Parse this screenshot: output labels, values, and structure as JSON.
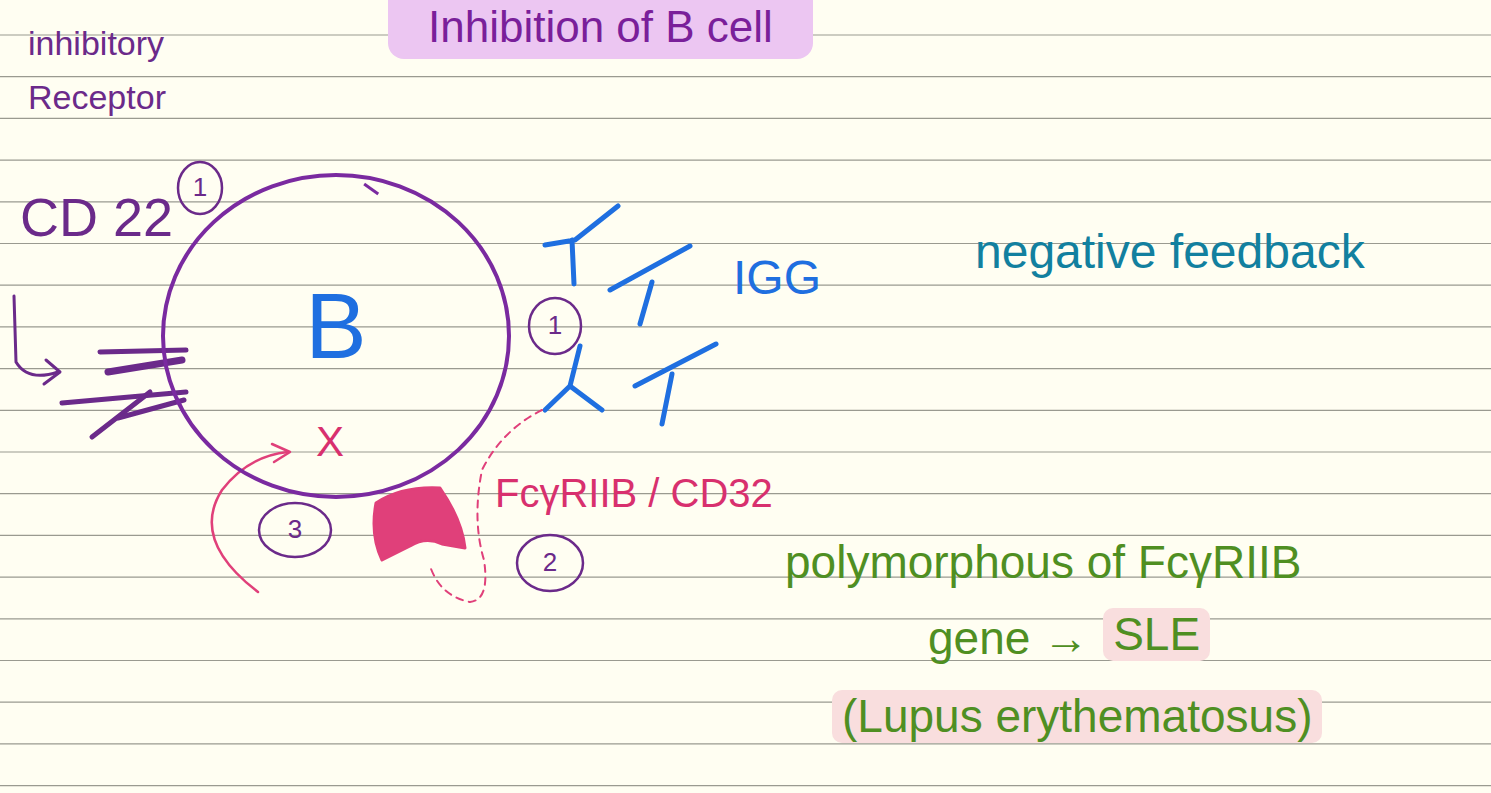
{
  "diagram": {
    "title": "Inhibition of B cell",
    "nodes": [
      {
        "text": [
          "B"
        ]
      }
    ],
    "labels": [
      "inhibitory Receptor",
      "CD 22",
      "1",
      "IGG",
      "1",
      "negative feedback",
      "X",
      "3",
      "FcγRIIB / CD32",
      "2",
      "polymorphous of FcγRIIB",
      "gene →",
      "SLE",
      "(Lupus erythematosus)"
    ]
  }
}
